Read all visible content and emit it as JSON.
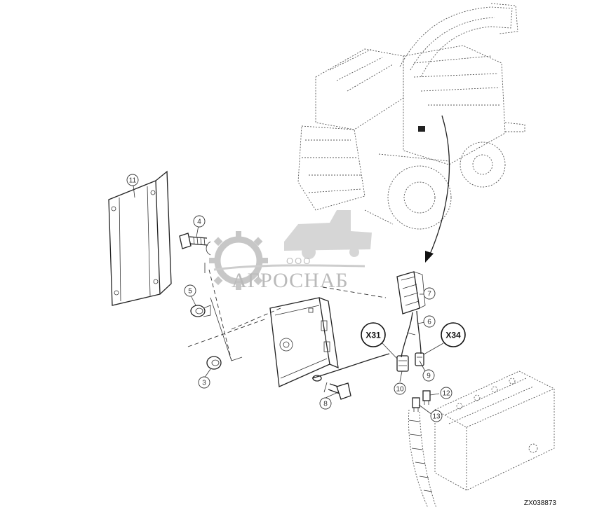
{
  "watermark": {
    "small": "ООО",
    "big": "АГРОСНАБ",
    "icon": "gear-combine-logo-icon"
  },
  "reference": "ZX038873",
  "callouts": [
    "11",
    "4",
    "5",
    "3",
    "7",
    "6",
    "9",
    "10",
    "8",
    "12",
    "13"
  ],
  "connectors": [
    "X31",
    "X34"
  ]
}
